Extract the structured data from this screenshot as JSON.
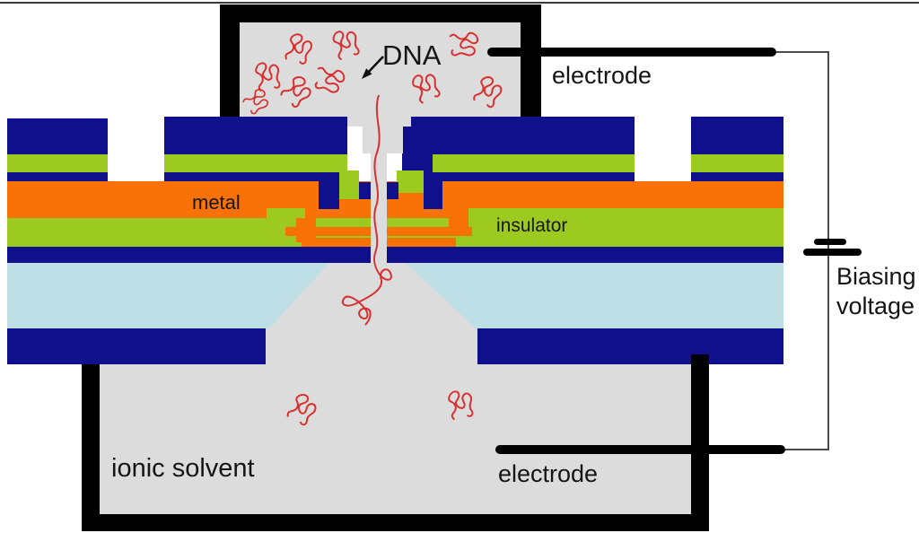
{
  "diagram": {
    "title_labels": {
      "dna": "DNA",
      "electrode_top": "electrode",
      "electrode_bottom": "electrode",
      "metal": "metal",
      "insulator": "insulator",
      "ionic_solvent": "ionic solvent",
      "biasing_line1": "Biasing",
      "biasing_line2": "voltage"
    },
    "icons": {
      "dna_molecule": "red coiled squiggle",
      "dna_strand": "red wavy thread through nanopore",
      "battery": "two horizontal cell bars",
      "arrow": "down-left pointer from DNA label to pore"
    },
    "colors": {
      "layer_dark_blue": "#10108c",
      "layer_green_insulator": "#9cca20",
      "layer_orange_metal": "#f87208",
      "layer_light_blue": "#bfdfe7",
      "solvent_grey": "#dcdcdc",
      "chamber_black": "#000000",
      "dna_red": "#d92f2f",
      "wire_grey": "#4a4a4a",
      "background": "#ffffff"
    }
  }
}
